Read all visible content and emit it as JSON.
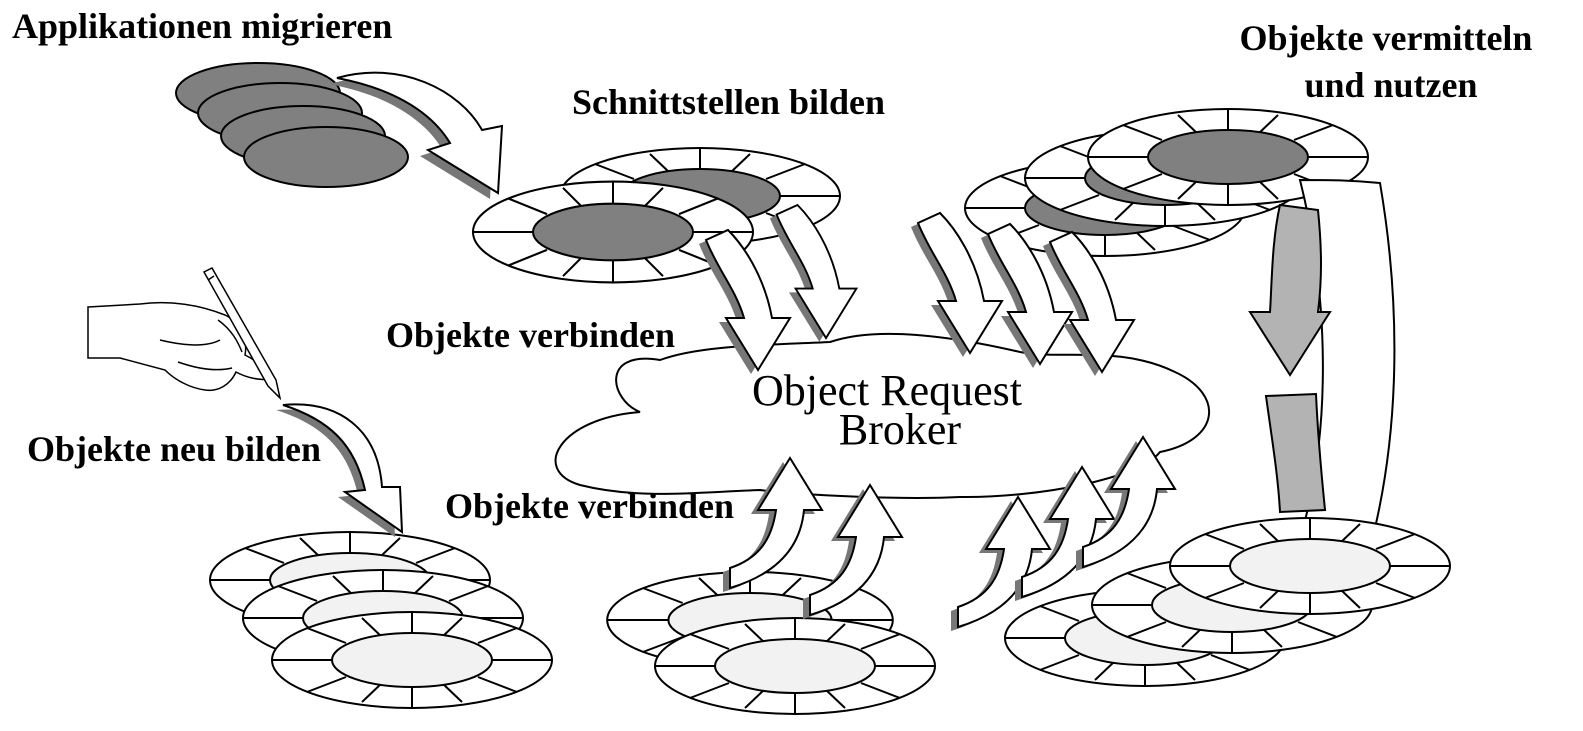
{
  "labels": {
    "migrate": "Applikationen migrieren",
    "interfaces": "Schnittstellen bilden",
    "broker_line1": "Objekte vermitteln",
    "broker_line2": "und nutzen",
    "connect_top": "Objekte verbinden",
    "connect_bottom": "Objekte verbinden",
    "create_new": "Objekte neu bilden"
  },
  "center": {
    "line1": "Object Request",
    "line2": "Broker"
  },
  "colors": {
    "dark_fill": "#808080",
    "light_fill": "#f2f2f2",
    "arrow_shadow": "#777777",
    "gray_arrow": "#b3b3b3",
    "stroke": "#000000"
  }
}
